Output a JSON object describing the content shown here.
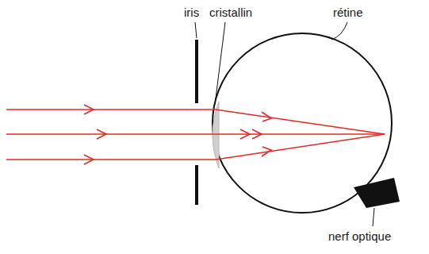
{
  "diagram": {
    "labels": [
      "iris",
      "cristallin",
      "rétine",
      "nerf optique"
    ]
  }
}
